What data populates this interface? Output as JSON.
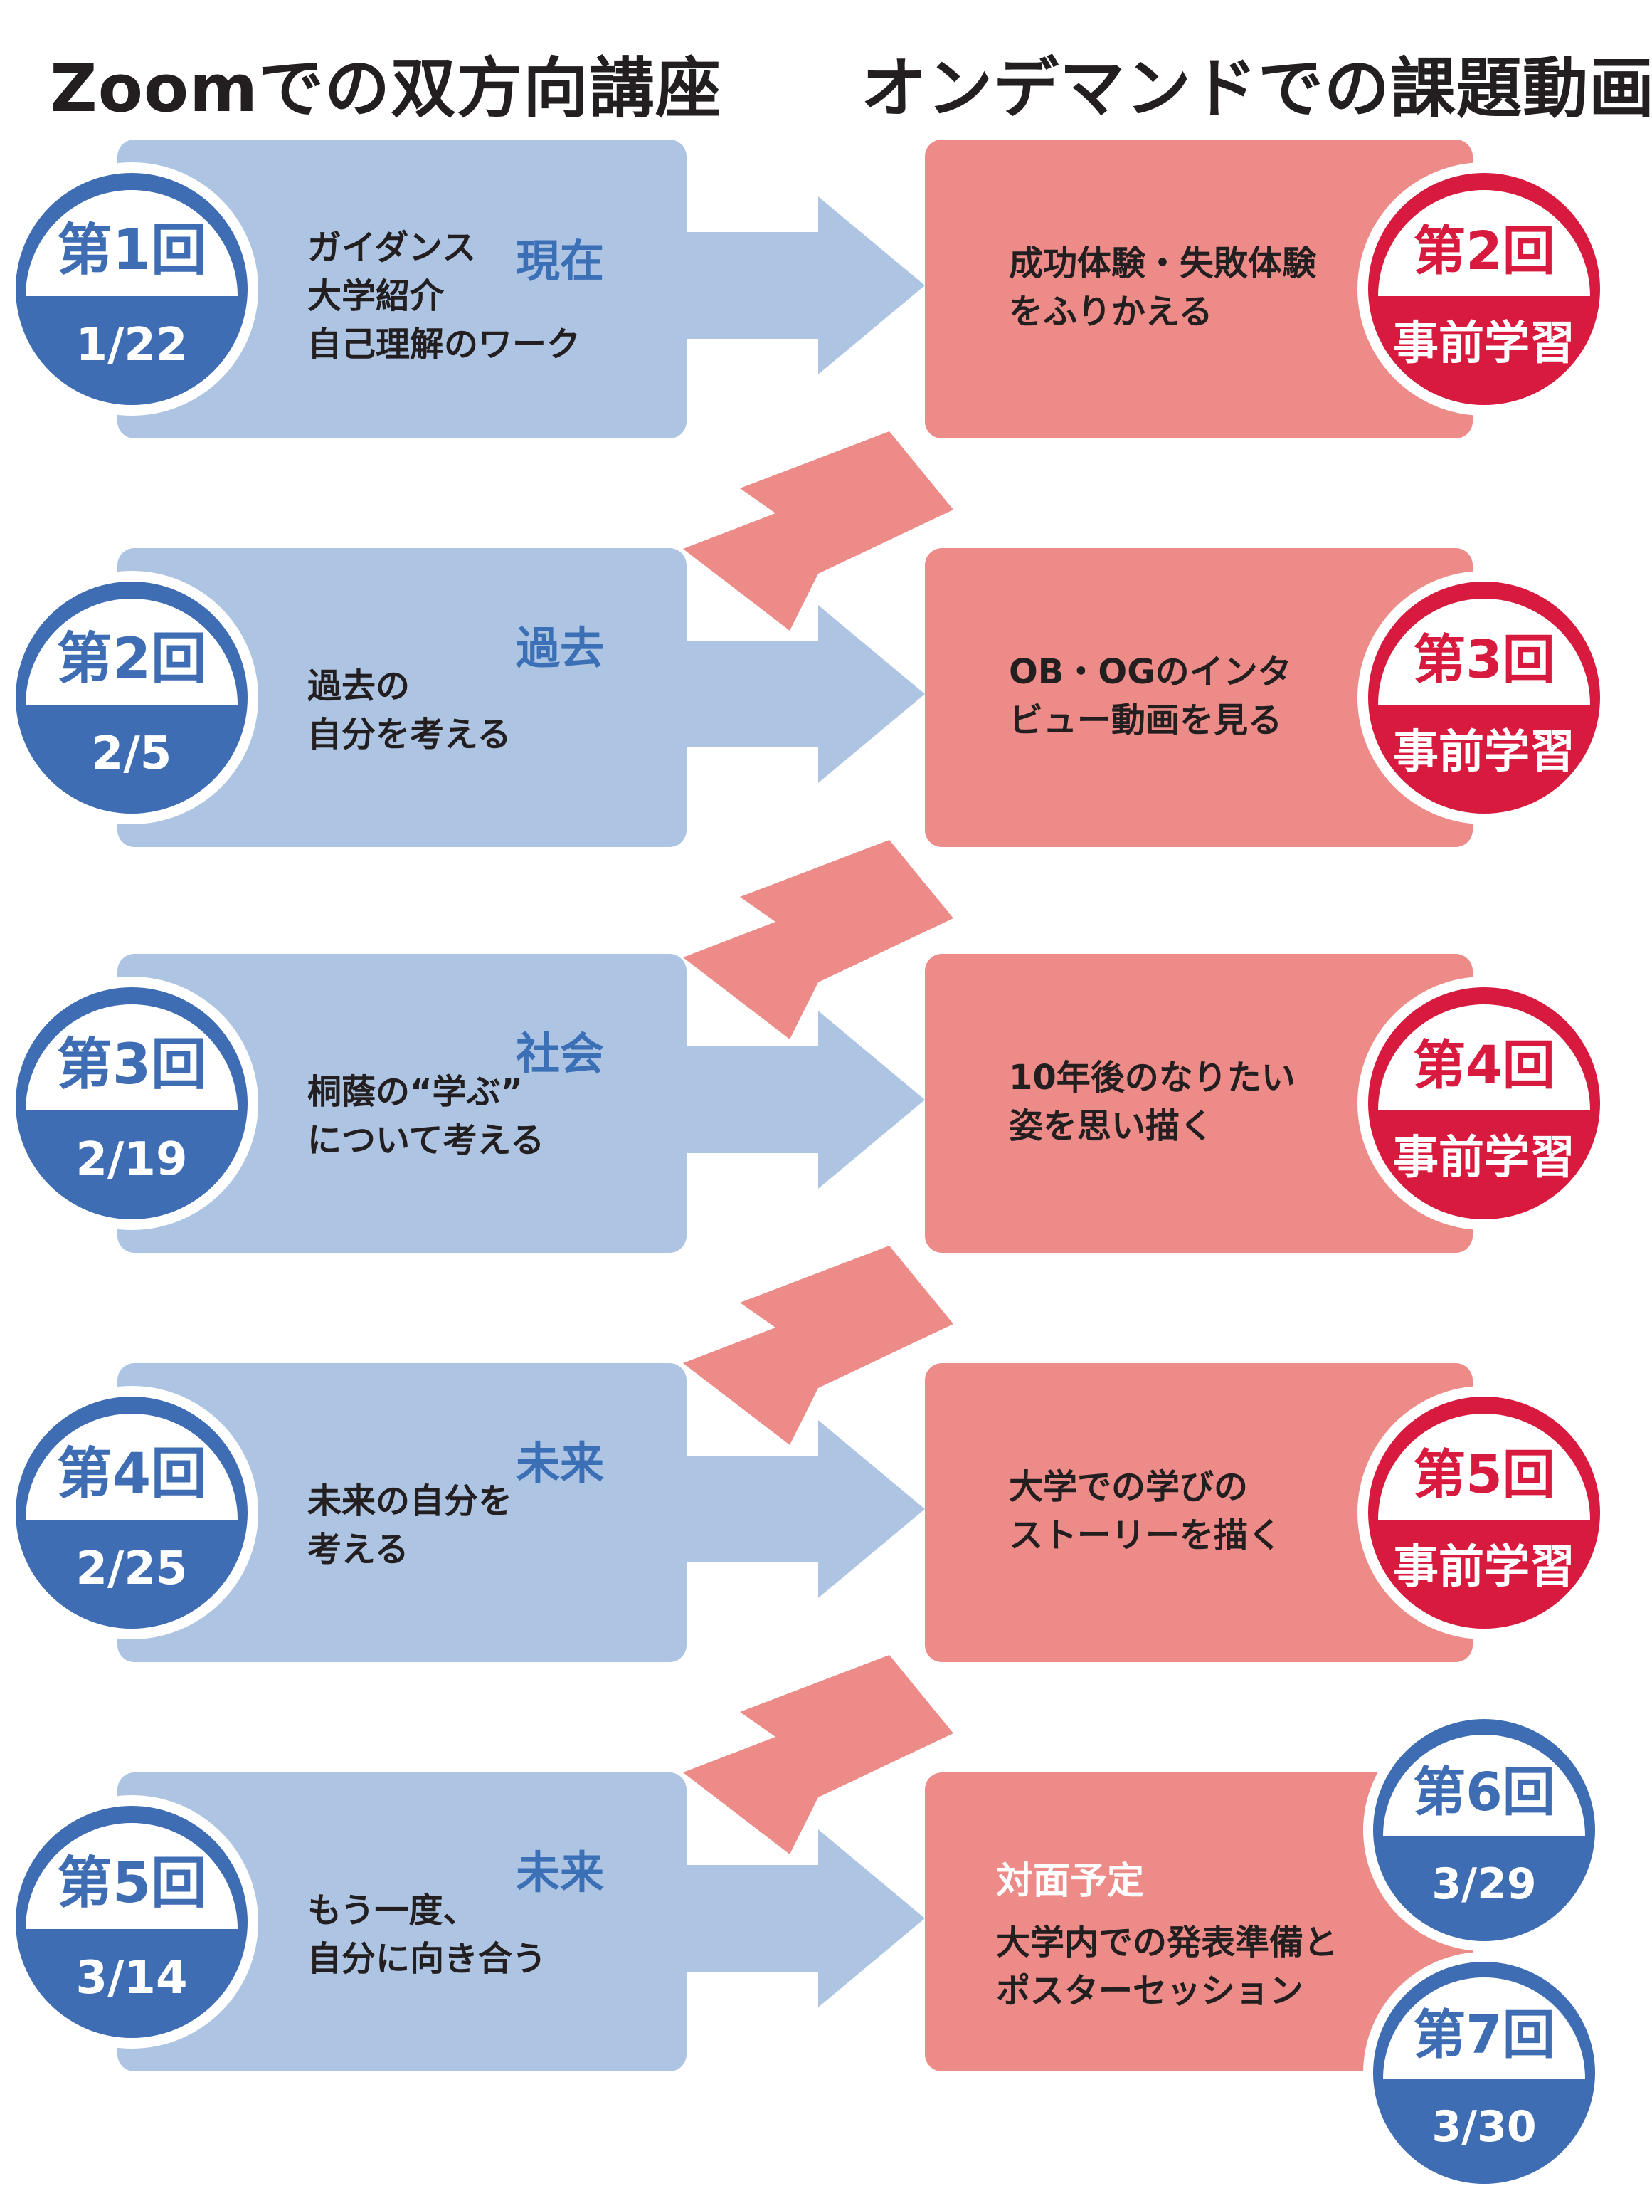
{
  "headers": {
    "left": "Zoomでの双方向講座",
    "right": "オンデマンドでの課題動画"
  },
  "colors": {
    "zoom_box": "#aec4e3",
    "zoom_badge": "#3e6db3",
    "ondemand_box": "#ec8b87",
    "ondemand_badge": "#d81a3f",
    "text": "#231f20"
  },
  "zoom_sessions": [
    {
      "number": "第1回",
      "date": "1/22",
      "theme": "現在",
      "lines": [
        "ガイダンス",
        "大学紹介",
        "自己理解のワーク"
      ]
    },
    {
      "number": "第2回",
      "date": "2/5",
      "theme": "過去",
      "lines": [
        "過去の",
        "自分を考える"
      ]
    },
    {
      "number": "第3回",
      "date": "2/19",
      "theme": "社会",
      "lines": [
        "桐蔭の“学ぶ”",
        "について考える"
      ]
    },
    {
      "number": "第4回",
      "date": "2/25",
      "theme": "未来",
      "lines": [
        "未来の自分を",
        "考える"
      ]
    },
    {
      "number": "第5回",
      "date": "3/14",
      "theme": "未来",
      "lines": [
        "もう一度、",
        "自分に向き合う"
      ]
    }
  ],
  "ondemand_tasks": [
    {
      "number": "第2回",
      "label": "事前学習",
      "lines": [
        "成功体験・失敗体験",
        "をふりかえる"
      ]
    },
    {
      "number": "第3回",
      "label": "事前学習",
      "lines": [
        "OB・OGのインタ",
        "ビュー動画を見る"
      ]
    },
    {
      "number": "第4回",
      "label": "事前学習",
      "lines": [
        "10年後のなりたい",
        "姿を思い描く"
      ]
    },
    {
      "number": "第5回",
      "label": "事前学習",
      "lines": [
        "大学での学びの",
        "ストーリーを描く"
      ]
    }
  ],
  "final_block": {
    "note": "対面予定",
    "lines": [
      "大学内での発表準備と",
      "ポスターセッション"
    ],
    "sessions": [
      {
        "number": "第6回",
        "date": "3/29"
      },
      {
        "number": "第7回",
        "date": "3/30"
      }
    ]
  }
}
